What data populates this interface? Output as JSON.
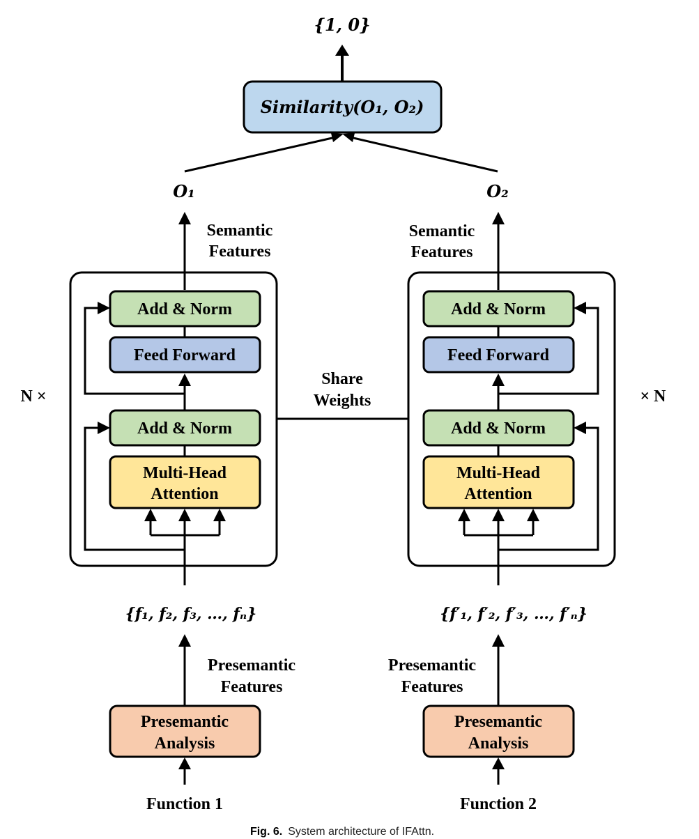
{
  "output": {
    "label": "{1, 0}"
  },
  "similarity": {
    "label": "Similarity(O₁, O₂)",
    "fill": "#bdd7ee"
  },
  "left": {
    "output_label": "O₁",
    "semantic_label_1": "Semantic",
    "semantic_label_2": "Features",
    "add_norm_top": "Add & Norm",
    "feed_forward": "Feed Forward",
    "add_norm_bottom": "Add & Norm",
    "attention_1": "Multi-Head",
    "attention_2": "Attention",
    "features": "{f₁, f₂, f₃, …, fₙ}",
    "presemantic_label_1": "Presemantic",
    "presemantic_label_2": "Features",
    "analysis_1": "Presemantic",
    "analysis_2": "Analysis",
    "function": "Function 1",
    "repeat": "N ×"
  },
  "right": {
    "output_label": "O₂",
    "semantic_label_1": "Semantic",
    "semantic_label_2": "Features",
    "add_norm_top": "Add & Norm",
    "feed_forward": "Feed Forward",
    "add_norm_bottom": "Add & Norm",
    "attention_1": "Multi-Head",
    "attention_2": "Attention",
    "features": "{f′₁, f′₂, f′₃, …, f′ₙ}",
    "presemantic_label_1": "Presemantic",
    "presemantic_label_2": "Features",
    "analysis_1": "Presemantic",
    "analysis_2": "Analysis",
    "function": "Function 2",
    "repeat": "× N"
  },
  "share": {
    "line1": "Share",
    "line2": "Weights"
  },
  "caption": {
    "prefix": "Fig. 6.",
    "text": "System architecture of IFAttn."
  },
  "colors": {
    "add_norm": "#c5e0b4",
    "feed_forward": "#b4c7e7",
    "attention": "#ffe699",
    "analysis": "#f8cbad",
    "similarity": "#bdd7ee"
  }
}
